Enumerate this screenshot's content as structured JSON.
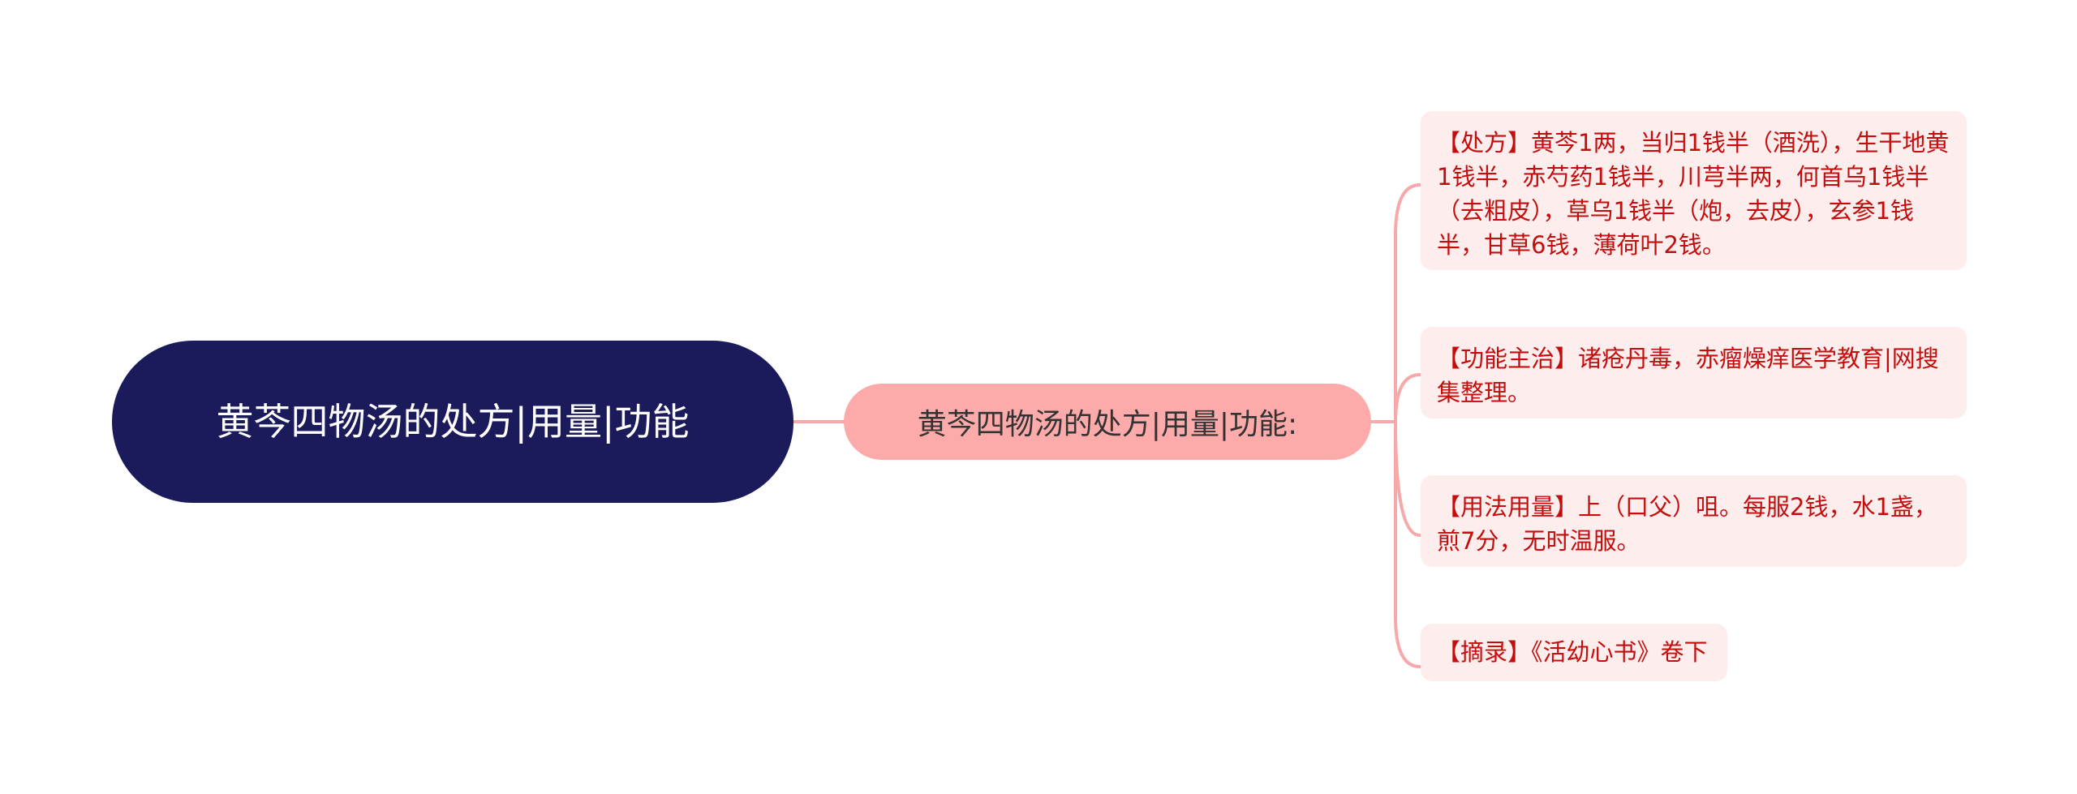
{
  "mindmap": {
    "root": {
      "label": "黄芩四物汤的处方|用量|功能",
      "bg_color": "#1b1a5b",
      "text_color": "#ffffff"
    },
    "branch": {
      "label": "黄芩四物汤的处方|用量|功能:",
      "bg_color": "#fdaaaa",
      "text_color": "#333333"
    },
    "connector_color": "#f7a8a8",
    "leaves": [
      {
        "label": "【处方】黄芩1两，当归1钱半（酒洗），生干地黄1钱半，赤芍药1钱半，川芎半两，何首乌1钱半（去粗皮），草乌1钱半（炮，去皮），玄参1钱半，甘草6钱，薄荷叶2钱。"
      },
      {
        "label": "【功能主治】诸疮丹毒，赤瘤燥痒医学教育|网搜集整理。"
      },
      {
        "label": "【用法用量】上（口父）咀。每服2钱，水1盏，煎7分，无时温服。"
      },
      {
        "label": "【摘录】《活幼心书》卷下"
      }
    ],
    "leaf_bg_color": "#fdeded",
    "leaf_text_color": "#c40d0d"
  }
}
